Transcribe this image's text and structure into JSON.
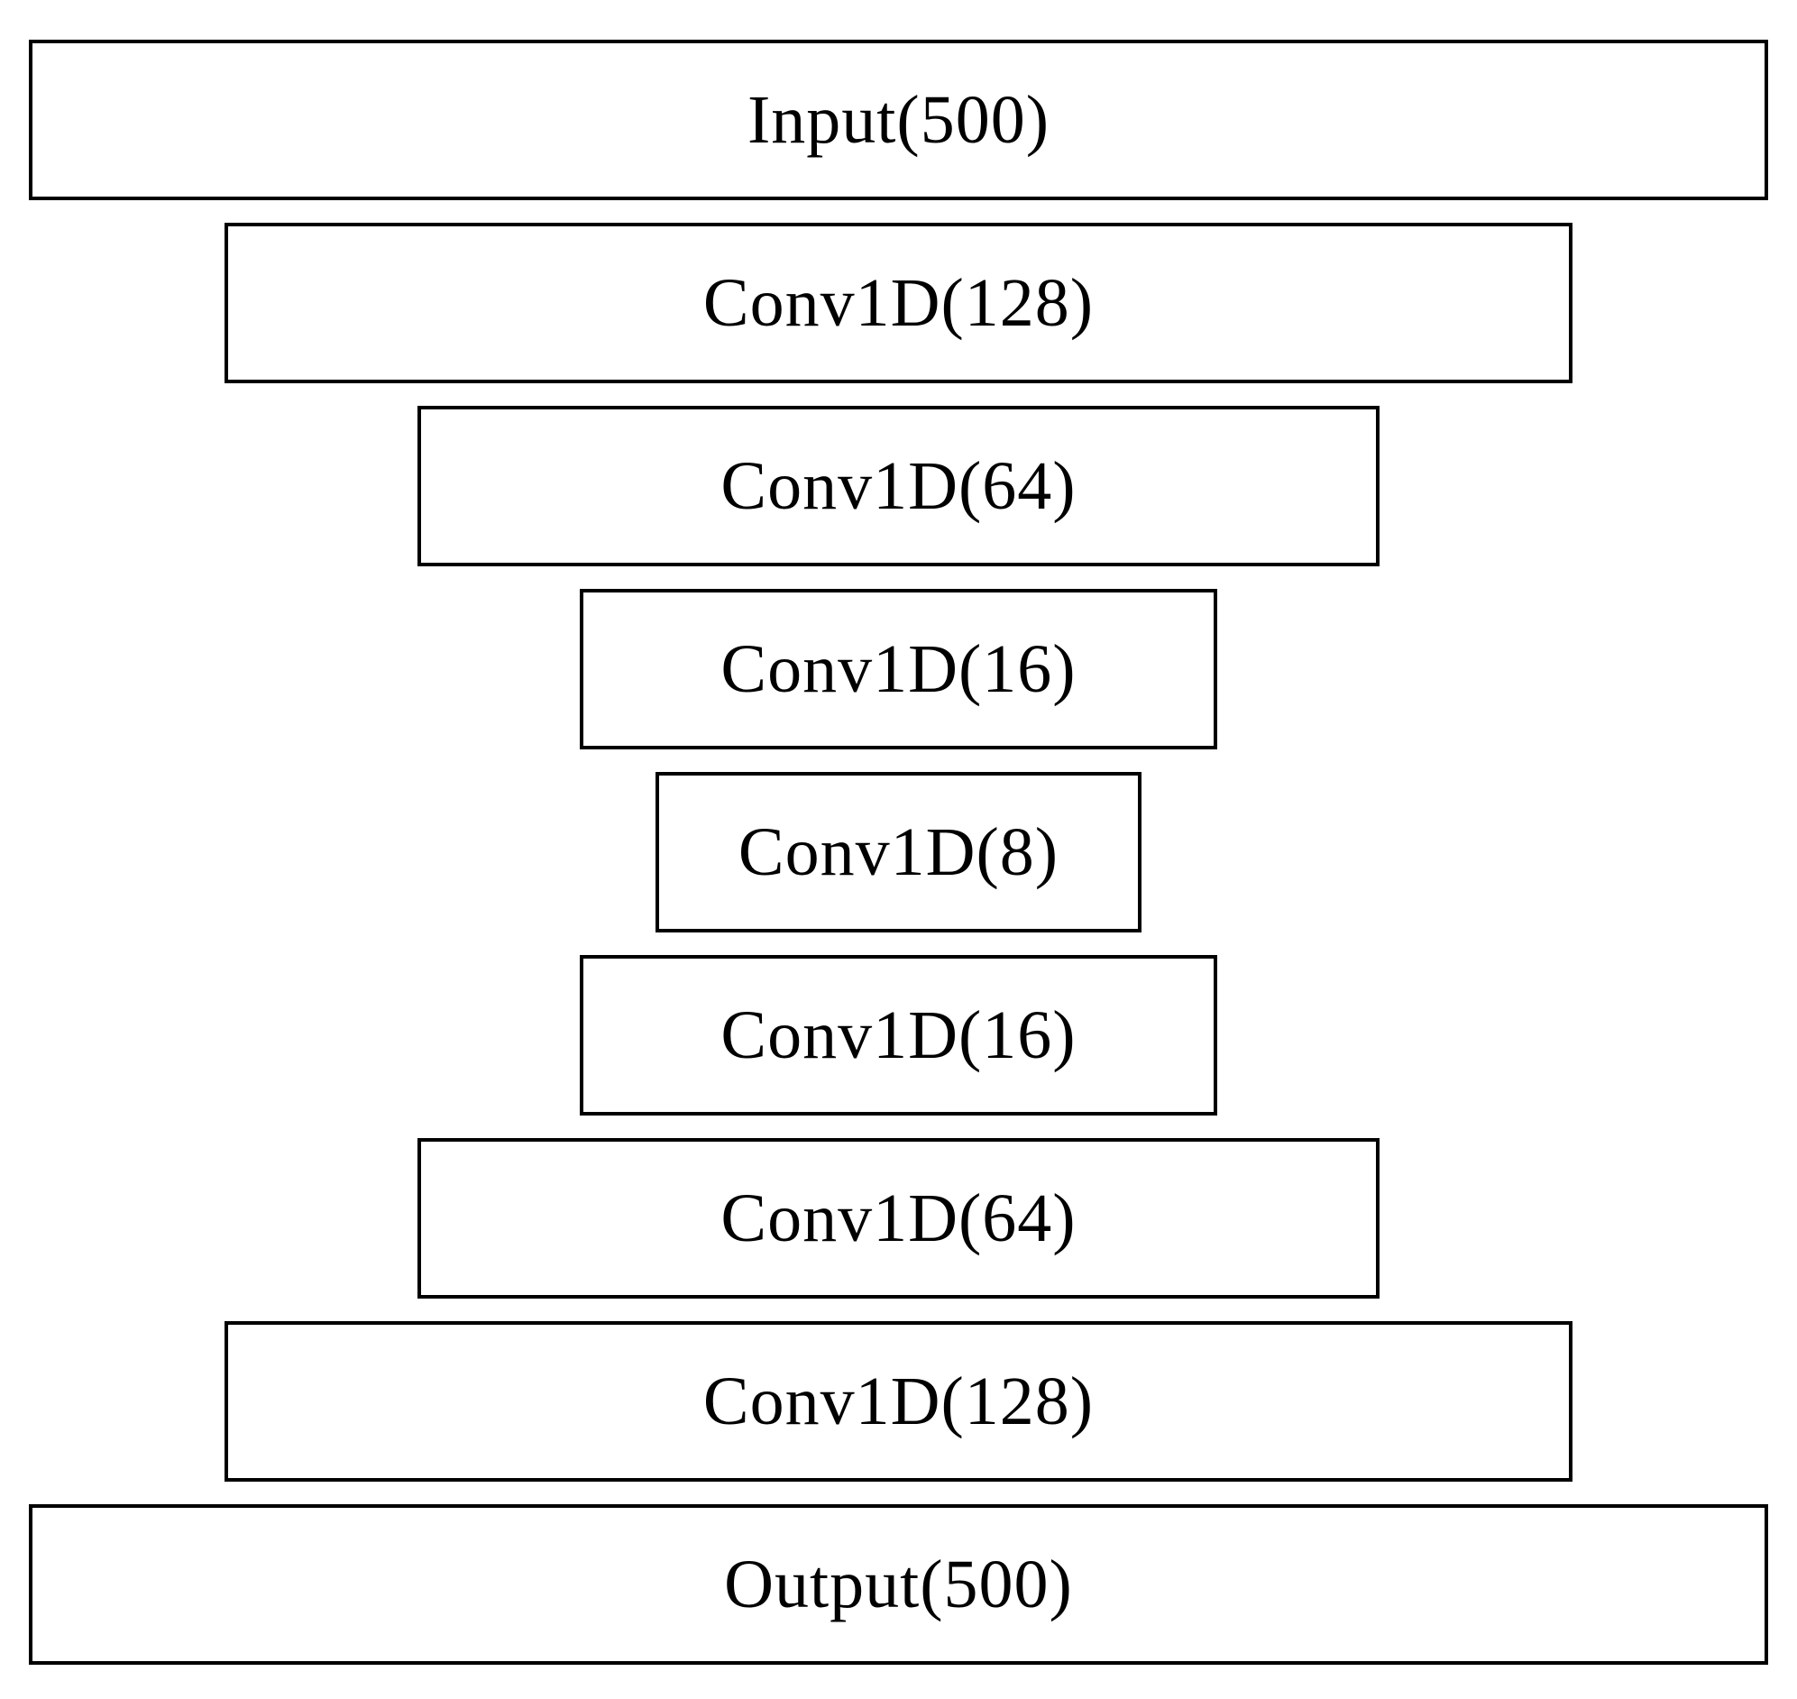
{
  "diagram": {
    "type": "layer-stack",
    "description_of_shape": "symmetric hourglass funnel of stacked rectangles",
    "layers": [
      {
        "label": "Input(500)",
        "width_pct": 96.8
      },
      {
        "label": "Conv1D(128)",
        "width_pct": 75.0
      },
      {
        "label": "Conv1D(64)",
        "width_pct": 53.5
      },
      {
        "label": "Conv1D(16)",
        "width_pct": 35.5
      },
      {
        "label": "Conv1D(8)",
        "width_pct": 27.0
      },
      {
        "label": "Conv1D(16)",
        "width_pct": 35.5
      },
      {
        "label": "Conv1D(64)",
        "width_pct": 53.5
      },
      {
        "label": "Conv1D(128)",
        "width_pct": 75.0
      },
      {
        "label": "Output(500)",
        "width_pct": 96.8
      }
    ],
    "colors": {
      "background": "#ffffff",
      "box_fill": "#ffffff",
      "box_border": "#000000",
      "text": "#000000"
    }
  }
}
